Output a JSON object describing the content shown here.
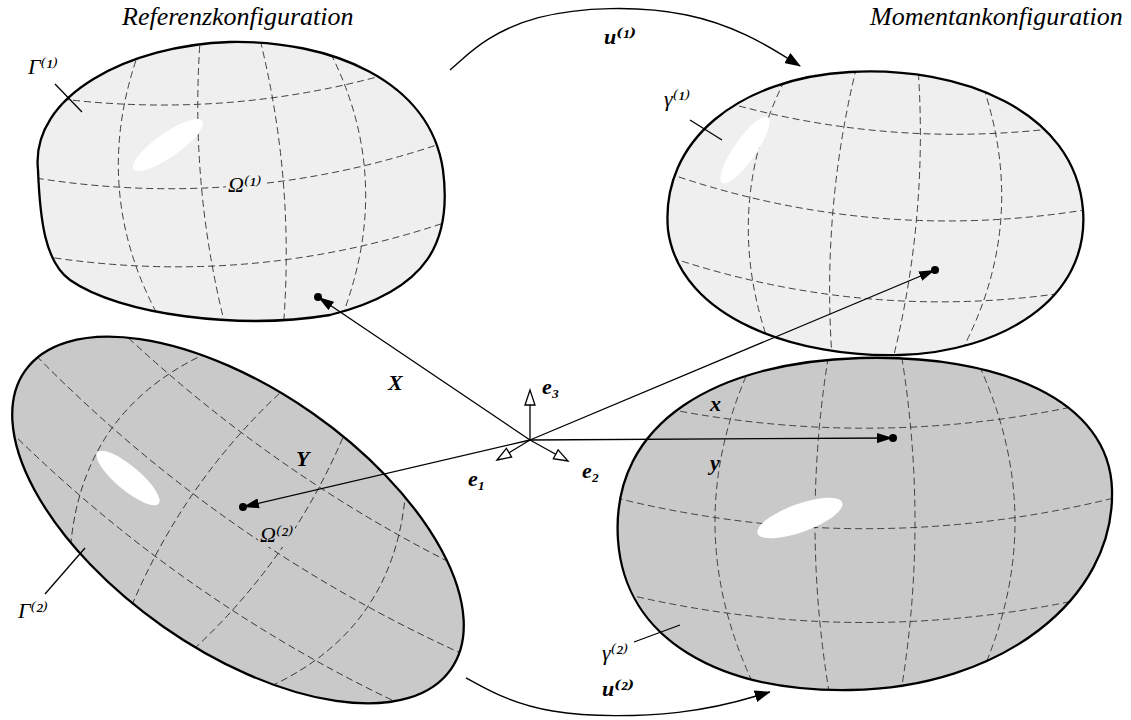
{
  "diagram": {
    "nodes": [
      {
        "text": [
          "Γ⁽¹⁾",
          "Ω⁽¹⁾"
        ]
      },
      {
        "text": [
          "γ⁽¹⁾"
        ]
      },
      {
        "text": [
          "Γ⁽²⁾",
          "Ω⁽²⁾"
        ]
      },
      {
        "text": [
          "γ⁽²⁾"
        ]
      }
    ],
    "edges": [
      {
        "from": 0,
        "to": 1,
        "arrow": "to",
        "label": "u⁽¹⁾"
      },
      {
        "from": 2,
        "to": 3,
        "arrow": "to",
        "label": "u⁽²⁾"
      }
    ],
    "labels": [
      "Referenzkonfiguration",
      "Momentankonfiguration",
      "X",
      "x",
      "Y",
      "y",
      "e₃",
      "e₁",
      "e₂"
    ]
  }
}
